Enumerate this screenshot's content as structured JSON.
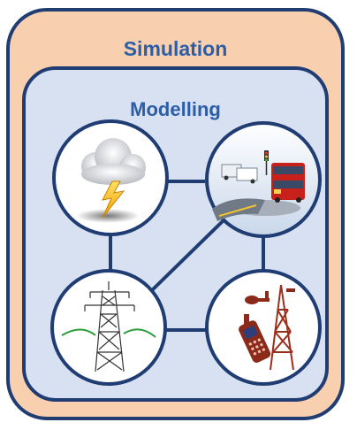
{
  "simulation": {
    "title": "Simulation"
  },
  "modelling": {
    "title": "Modelling"
  },
  "nodes": [
    {
      "id": "weather",
      "icon": "storm-cloud-icon"
    },
    {
      "id": "traffic",
      "icon": "traffic-icon"
    },
    {
      "id": "power",
      "icon": "power-pylon-icon"
    },
    {
      "id": "telecom",
      "icon": "telecom-tower-icon"
    }
  ],
  "colors": {
    "outer_fill": "#f8cfaf",
    "inner_fill": "#d8e1f1",
    "border": "#1f3d73",
    "title": "#2c5ea8"
  }
}
